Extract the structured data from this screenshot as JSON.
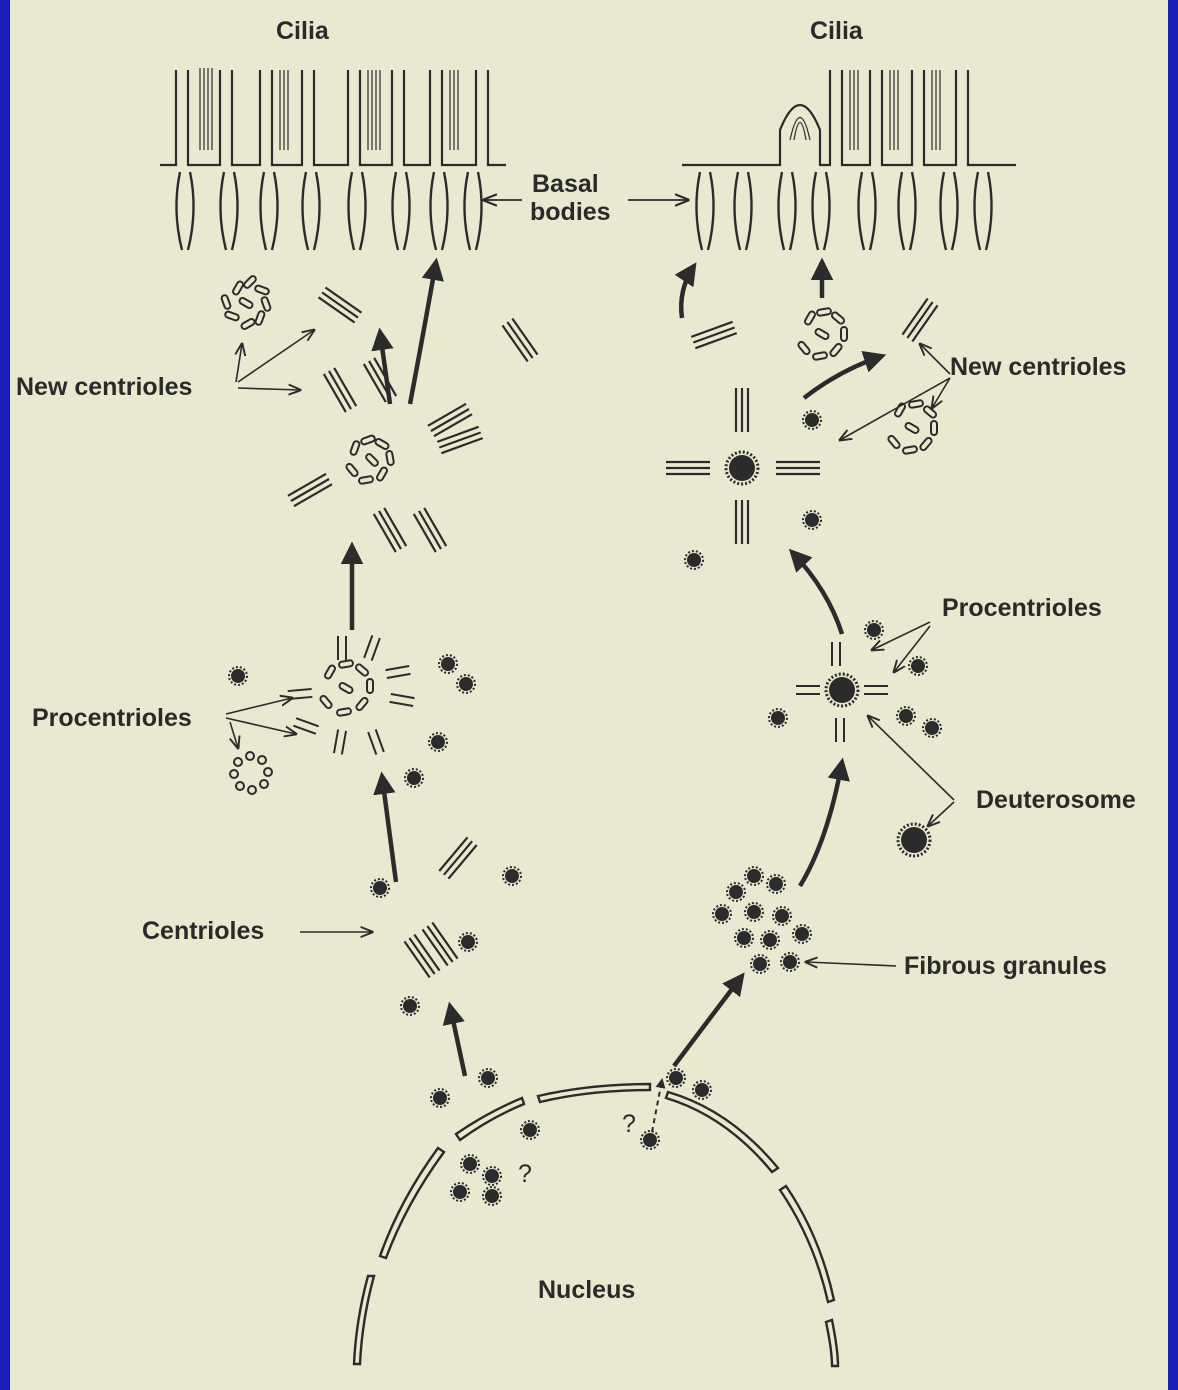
{
  "labels": {
    "cilia_left": "Cilia",
    "cilia_right": "Cilia",
    "basal_bodies_line1": "Basal",
    "basal_bodies_line2": "bodies",
    "new_centrioles_left": "New centrioles",
    "new_centrioles_right": "New centrioles",
    "procentrioles_left": "Procentrioles",
    "procentrioles_right": "Procentrioles",
    "centrioles": "Centrioles",
    "deuterosome": "Deuterosome",
    "fibrous_granules": "Fibrous granules",
    "nucleus": "Nucleus",
    "question_mark_1": "?",
    "question_mark_2": "?"
  },
  "colors": {
    "border": "#1b1fb8",
    "paper": "#e9e9d2",
    "ink": "#2b2b2b"
  }
}
